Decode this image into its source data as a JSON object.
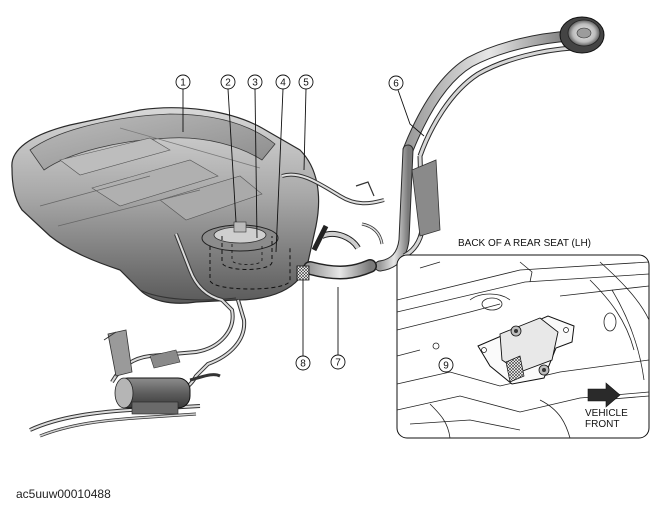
{
  "figure": {
    "callouts": [
      {
        "id": "c1",
        "label": "1"
      },
      {
        "id": "c2",
        "label": "2"
      },
      {
        "id": "c3",
        "label": "3"
      },
      {
        "id": "c4",
        "label": "4"
      },
      {
        "id": "c5",
        "label": "5"
      },
      {
        "id": "c6",
        "label": "6"
      },
      {
        "id": "c7",
        "label": "7"
      },
      {
        "id": "c8",
        "label": "8"
      },
      {
        "id": "c9",
        "label": "9"
      }
    ],
    "inset_title": "BACK OF A REAR SEAT (LH)",
    "direction_label": [
      "VEHICLE",
      "FRONT"
    ],
    "document_code": "ac5uuw00010488"
  },
  "colors": {
    "metal_light": "#d4d4d4",
    "metal_mid": "#9c9c9c",
    "metal_dark": "#4a4a4a",
    "line": "#222222",
    "dashed_outline": "#111111"
  }
}
